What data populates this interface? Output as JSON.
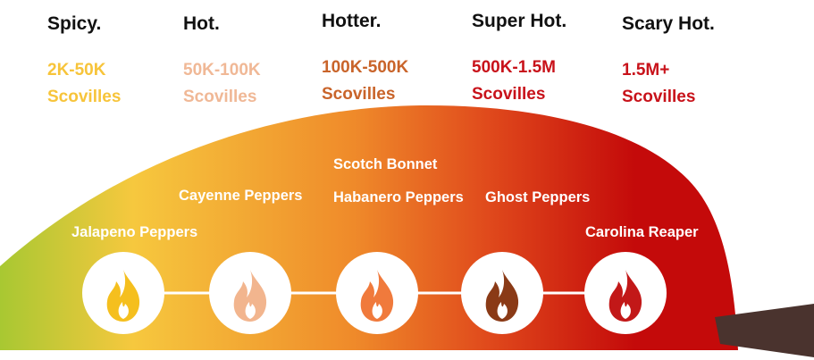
{
  "levels": [
    {
      "name": "Spicy.",
      "range": "2K-50K",
      "unit": "Scovilles",
      "color": "#f7c43a"
    },
    {
      "name": "Hot.",
      "range": "50K-100K",
      "unit": "Scovilles",
      "color": "#f0b896"
    },
    {
      "name": "Hotter.",
      "range": "100K-500K",
      "unit": "Scovilles",
      "color": "#c9642a"
    },
    {
      "name": "Super Hot.",
      "range": "500K-1.5M",
      "unit": "Scovilles",
      "color": "#c8121a"
    },
    {
      "name": "Scary Hot.",
      "range": "1.5M+",
      "unit": "Scovilles",
      "color": "#c8121a"
    }
  ],
  "peppers": {
    "jalapeno": "Jalapeno Peppers",
    "cayenne": "Cayenne Peppers",
    "scotch_bonnet": "Scotch Bonnet",
    "habanero": "Habanero Peppers",
    "ghost": "Ghost Peppers",
    "carolina": "Carolina Reaper"
  },
  "flame_colors": [
    "#f5bf1e",
    "#f2b58e",
    "#f07a3c",
    "#8a3a16",
    "#c21818"
  ],
  "gradient": [
    "#a8c832",
    "#f6c83e",
    "#ef8a2a",
    "#e04a1c",
    "#c40a0a"
  ],
  "stem_color": "#4a332e"
}
